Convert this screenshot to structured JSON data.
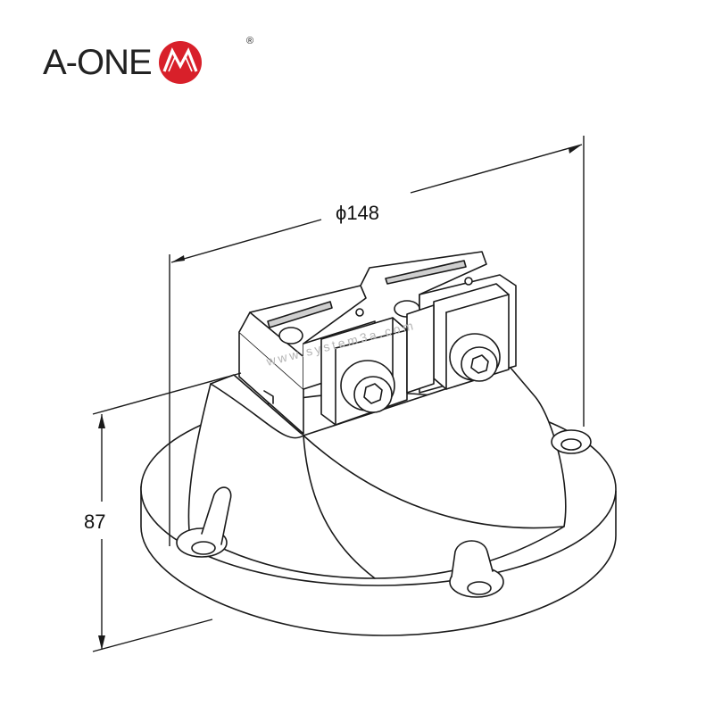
{
  "brand": {
    "name": "A-ONE",
    "registered": "®",
    "accent_color": "#d8202a"
  },
  "dimensions": {
    "diameter_label": "ϕ148",
    "height_label": "87"
  },
  "watermark": "www.system3a.com"
}
